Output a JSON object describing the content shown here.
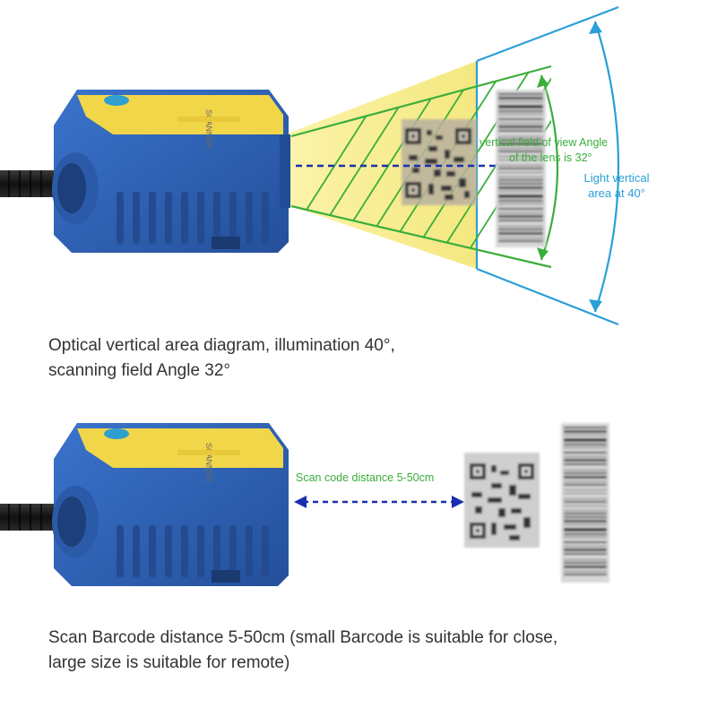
{
  "diagram1": {
    "lens_label_line1": "vertical field of view Angle",
    "lens_label_line2": "of the lens is 32°",
    "light_label_line1": "Light vertical",
    "light_label_line2": "area at 40°",
    "caption_line1": "Optical vertical area diagram, illumination 40°,",
    "caption_line2": "scanning field Angle 32°",
    "illumination_angle_deg": 40,
    "scan_angle_deg": 32
  },
  "diagram2": {
    "distance_label": "Scan code distance 5-50cm",
    "caption_line1": "Scan Barcode distance 5-50cm (small Barcode is suitable for close,",
    "caption_line2": "large size is suitable for remote)"
  },
  "colors": {
    "scanner_body": "#2f63b8",
    "scanner_face": "#f2d64a",
    "illumination": "#f6ec7a",
    "field_of_view": "#3aae3a",
    "light_area": "#2a9fd8",
    "distance_arrow": "#1a2fb0",
    "caption_text": "#333333"
  },
  "icons": {
    "scanner": "barcode-scanner-device",
    "qr": "qr-code",
    "barcode": "linear-barcode"
  }
}
